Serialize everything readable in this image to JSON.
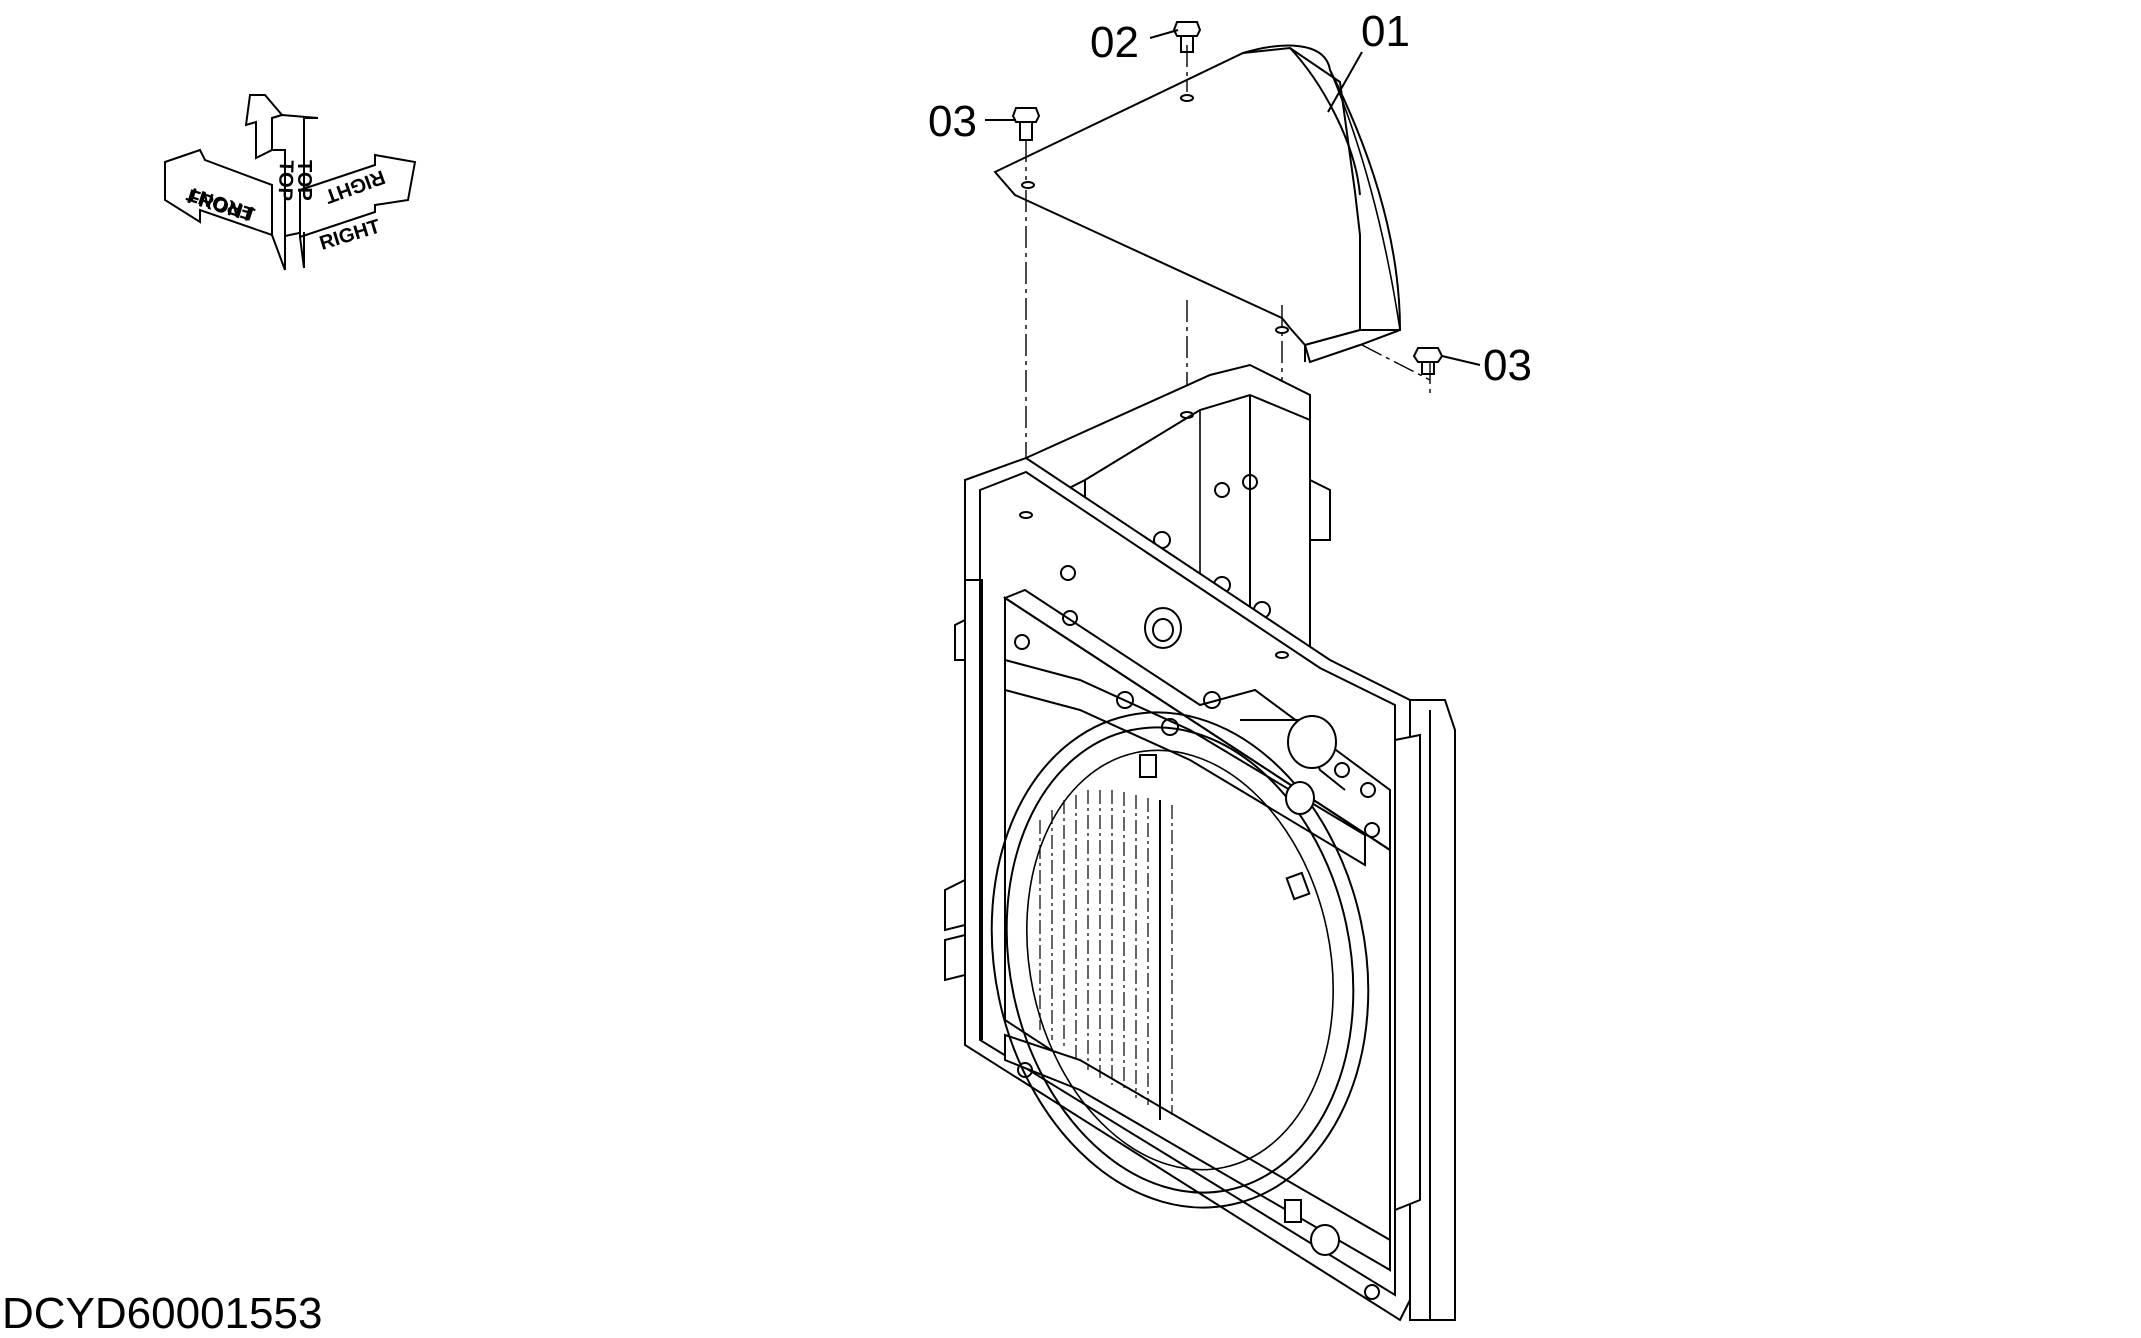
{
  "callouts": {
    "part_01": "01",
    "part_02": "02",
    "part_03_left": "03",
    "part_03_right": "03"
  },
  "orientation": {
    "front": "FRONT",
    "top": "TOP",
    "right": "RIGHT"
  },
  "drawing_id": "DCYD60001553"
}
